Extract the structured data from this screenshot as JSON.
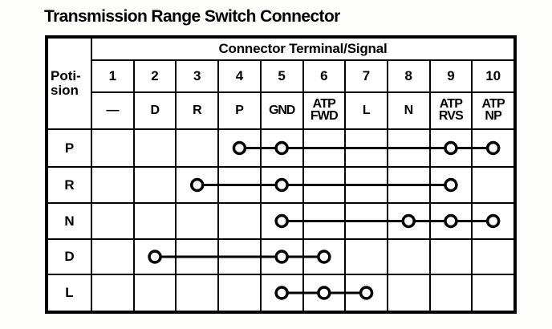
{
  "title": "Transmission Range Switch Connector",
  "table": {
    "header": "Connector Terminal/Signal",
    "position_label": [
      "Poti-",
      "sion"
    ],
    "terminals": [
      "1",
      "2",
      "3",
      "4",
      "5",
      "6",
      "7",
      "8",
      "9",
      "10"
    ],
    "signals": [
      [
        "—"
      ],
      [
        "D"
      ],
      [
        "R"
      ],
      [
        "P"
      ],
      [
        "GND"
      ],
      [
        "ATP",
        "FWD"
      ],
      [
        "L"
      ],
      [
        "N"
      ],
      [
        "ATP",
        "RVS"
      ],
      [
        "ATP",
        "NP"
      ]
    ]
  },
  "rows": [
    {
      "label": "P",
      "circles": [
        4,
        5,
        9,
        10
      ],
      "line": [
        4,
        10
      ]
    },
    {
      "label": "R",
      "circles": [
        3,
        5,
        9
      ],
      "line": [
        3,
        9
      ]
    },
    {
      "label": "N",
      "circles": [
        5,
        8,
        9,
        10
      ],
      "line": [
        5,
        10
      ]
    },
    {
      "label": "D",
      "circles": [
        2,
        5,
        6
      ],
      "line": [
        2,
        6
      ]
    },
    {
      "label": "L",
      "circles": [
        5,
        6,
        7
      ],
      "line": [
        5,
        7
      ]
    }
  ],
  "chart_data": {
    "type": "table",
    "title": "Transmission Range Switch Connector",
    "columns": [
      "Position",
      "1 (—)",
      "2 (D)",
      "3 (R)",
      "4 (P)",
      "5 (GND)",
      "6 (ATP FWD)",
      "7 (L)",
      "8 (N)",
      "9 (ATP RVS)",
      "10 (ATP NP)"
    ],
    "continuity_between_terminals": {
      "P": [
        4,
        5,
        9,
        10
      ],
      "R": [
        3,
        5,
        9
      ],
      "N": [
        5,
        8,
        9,
        10
      ],
      "D": [
        2,
        5,
        6
      ],
      "L": [
        5,
        6,
        7
      ]
    }
  },
  "colors": {
    "ink": "#000000",
    "paper": "#ffffff"
  }
}
